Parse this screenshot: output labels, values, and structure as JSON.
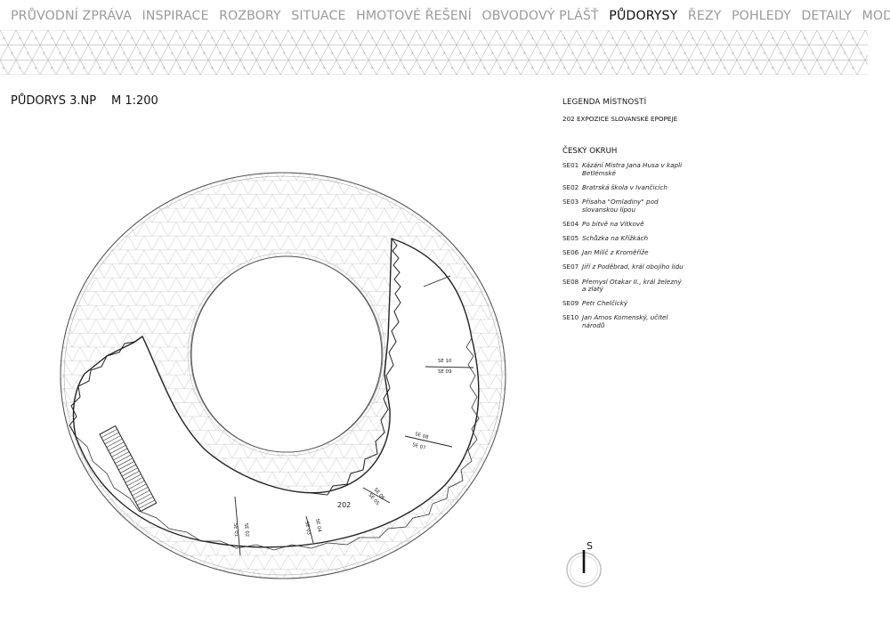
{
  "nav": {
    "items": [
      {
        "label": "PRŮVODNÍ ZPRÁVA",
        "active": false
      },
      {
        "label": "INSPIRACE",
        "active": false
      },
      {
        "label": "ROZBORY",
        "active": false
      },
      {
        "label": "SITUACE",
        "active": false
      },
      {
        "label": "HMOTOVÉ ŘEŠENÍ",
        "active": false
      },
      {
        "label": "OBVODOVÝ PLÁŠŤ",
        "active": false
      },
      {
        "label": "PŮDORYSY",
        "active": true
      },
      {
        "label": "ŘEZY",
        "active": false
      },
      {
        "label": "POHLEDY",
        "active": false
      },
      {
        "label": "DETAILY",
        "active": false
      },
      {
        "label": "MODEL",
        "active": false
      }
    ]
  },
  "plan": {
    "title": "PŮDORYS 3.NP",
    "scale": "M 1:200",
    "room_number": "202",
    "section_labels": [
      "SE 10",
      "SE 09",
      "SE 08",
      "SE 07",
      "SE 06",
      "SE 05",
      "SE 04",
      "SE 03",
      "SE 02",
      "SE 01"
    ]
  },
  "legend": {
    "title": "LEGENDA MÍSTNOSTÍ",
    "room": "202 EXPOZICE SLOVANSKÉ EPOPEJE",
    "subtitle": "ČESKÝ OKRUH",
    "items": [
      {
        "code": "SE01",
        "desc": "Kázání Mistra Jana Husa v kapli Betlémské"
      },
      {
        "code": "SE02",
        "desc": "Bratrská škola v Ivančicích"
      },
      {
        "code": "SE03",
        "desc": "Přísaha \"Omladiny\" pod slovanskou lípou"
      },
      {
        "code": "SE04",
        "desc": "Po bitvě na Vítkově"
      },
      {
        "code": "SE05",
        "desc": "Schůzka na Křížkách"
      },
      {
        "code": "SE06",
        "desc": "Jan Milíč z Kroměříže"
      },
      {
        "code": "SE07",
        "desc": "Jiří z Poděbrad, král obojího lidu"
      },
      {
        "code": "SE08",
        "desc": "Přemysl Otakar II., král železný a zlatý"
      },
      {
        "code": "SE09",
        "desc": "Petr Chelčický"
      },
      {
        "code": "SE10",
        "desc": "Jan Ámos Komenský, učitel národů"
      }
    ]
  },
  "compass": {
    "label": "S"
  }
}
